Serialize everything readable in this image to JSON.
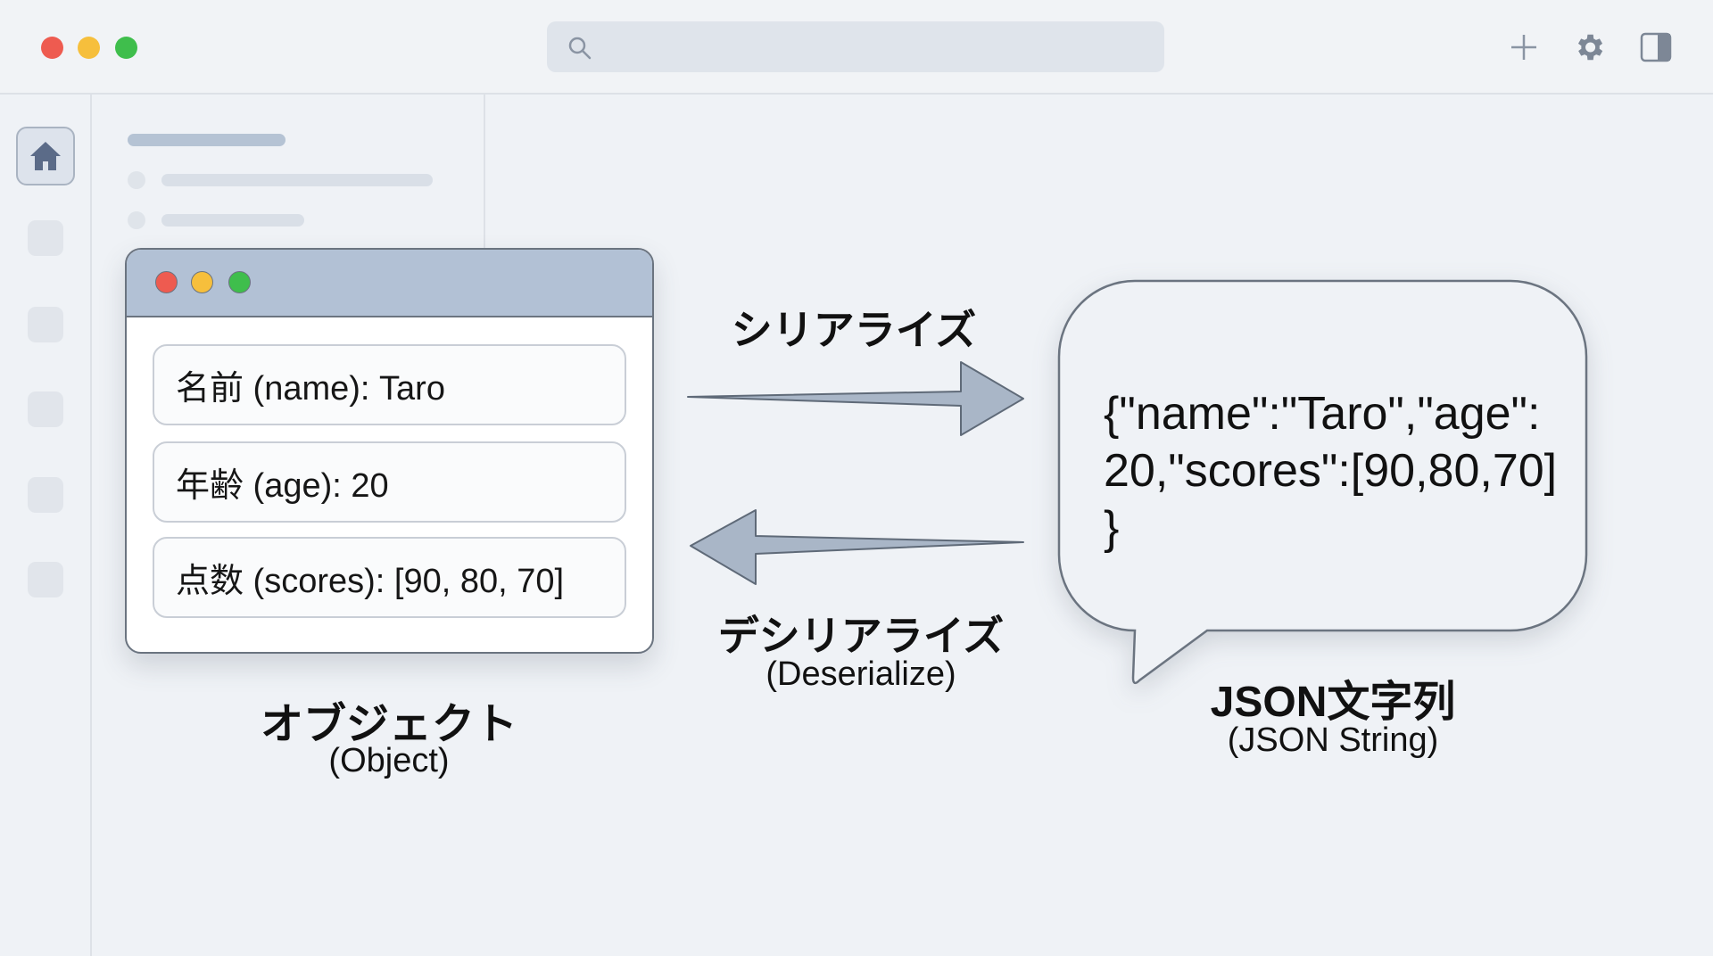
{
  "window_controls": {
    "close_color": "#ee5b50",
    "minimize_color": "#f6bf3c",
    "maximize_color": "#3fbe4c"
  },
  "toolbar": {
    "search_placeholder": "",
    "icons": [
      "search-icon",
      "plus-icon",
      "gear-icon",
      "sidebar-toggle-icon"
    ]
  },
  "sidebar": {
    "icons": [
      "home-icon"
    ]
  },
  "object_panel": {
    "fields": [
      "名前 (name): Taro",
      "年齢 (age): 20",
      "点数 (scores): [90, 80, 70]"
    ],
    "title": "オブジェクト",
    "subtitle": "(Object)"
  },
  "serialize": {
    "label": "シリアライズ"
  },
  "deserialize": {
    "label": "デシリアライズ",
    "sublabel": "(Deserialize)"
  },
  "json_panel": {
    "lines": [
      "{\"name\":\"Taro\",\"age\":",
      "20,\"scores\":[90,80,70]",
      "}"
    ],
    "title": "JSON文字列",
    "subtitle": "(JSON String)"
  }
}
